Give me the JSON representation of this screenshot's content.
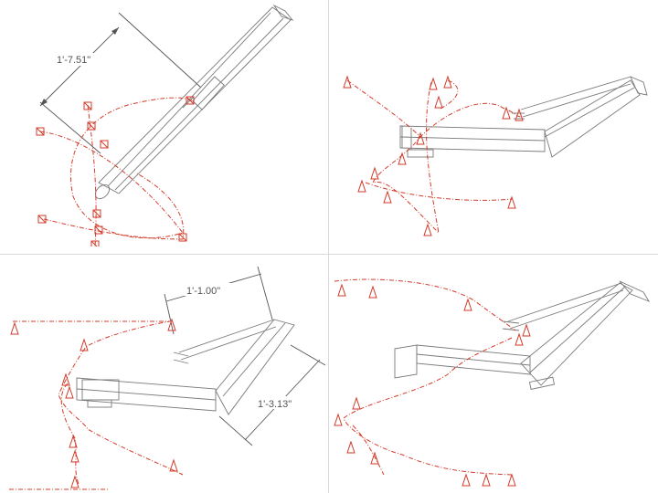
{
  "dimensions": {
    "top_left": "1'-7.51\"",
    "bottom_left_upper": "1'-1.00\"",
    "bottom_left_lower": "1'-3.13\""
  },
  "colors": {
    "path": "#d23b2a",
    "body": "#7a7a7a",
    "dimension": "#555555",
    "divider": "#d9d9d9"
  },
  "icons": {
    "box_marker": "square-target-icon",
    "cone_marker": "cone-target-icon"
  }
}
